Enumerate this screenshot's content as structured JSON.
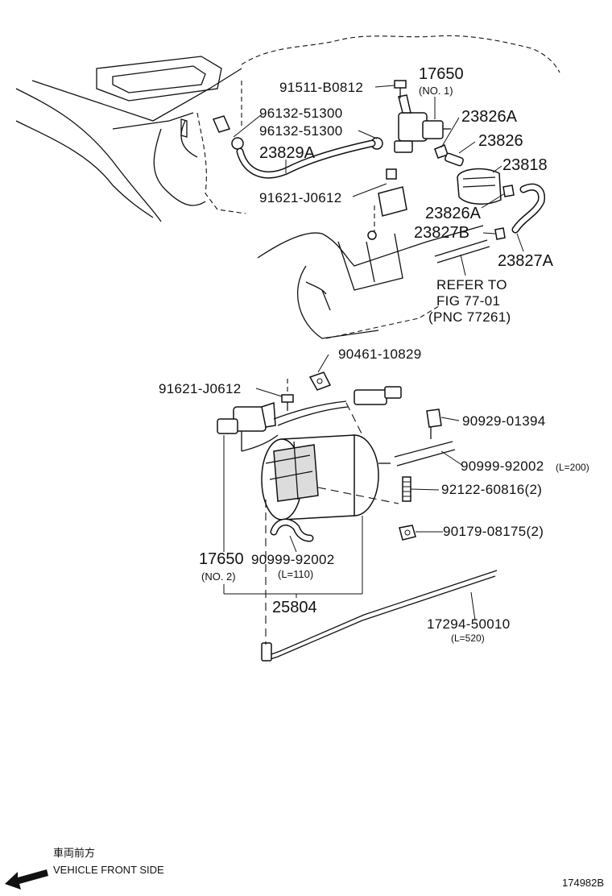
{
  "parts": {
    "p17650_no1": "17650",
    "p17650_no1_sub": "(NO. 1)",
    "p91511": "91511-B0812",
    "p96132_a": "96132-51300",
    "p96132_b": "96132-51300",
    "p23829A": "23829A",
    "p91621_top": "91621-J0612",
    "p23826A_top": "23826A",
    "p23826": "23826",
    "p23818": "23818",
    "p23826A_mid": "23826A",
    "p23827B": "23827B",
    "p23827A": "23827A",
    "refer_l1": "REFER TO",
    "refer_l2": "FIG 77-01",
    "refer_l3": "(PNC 77261)",
    "p90461": "90461-10829",
    "p91621_mid": "91621-J0612",
    "p90929": "90929-01394",
    "p90999_right": "90999-92002",
    "p90999_right_sub": "(L=200)",
    "p92122": "92122-60816(2)",
    "p90179": "90179-08175(2)",
    "p17650_no2": "17650",
    "p17650_no2_sub": "(NO. 2)",
    "p90999_bottom": "90999-92002",
    "p90999_bottom_sub": "(L=110)",
    "p25804": "25804",
    "p17294": "17294-50010",
    "p17294_sub": "(L=520)"
  },
  "footer": {
    "jp_label": "車両前方",
    "front_label": "VEHICLE FRONT SIDE",
    "figure_id": "174982B"
  }
}
